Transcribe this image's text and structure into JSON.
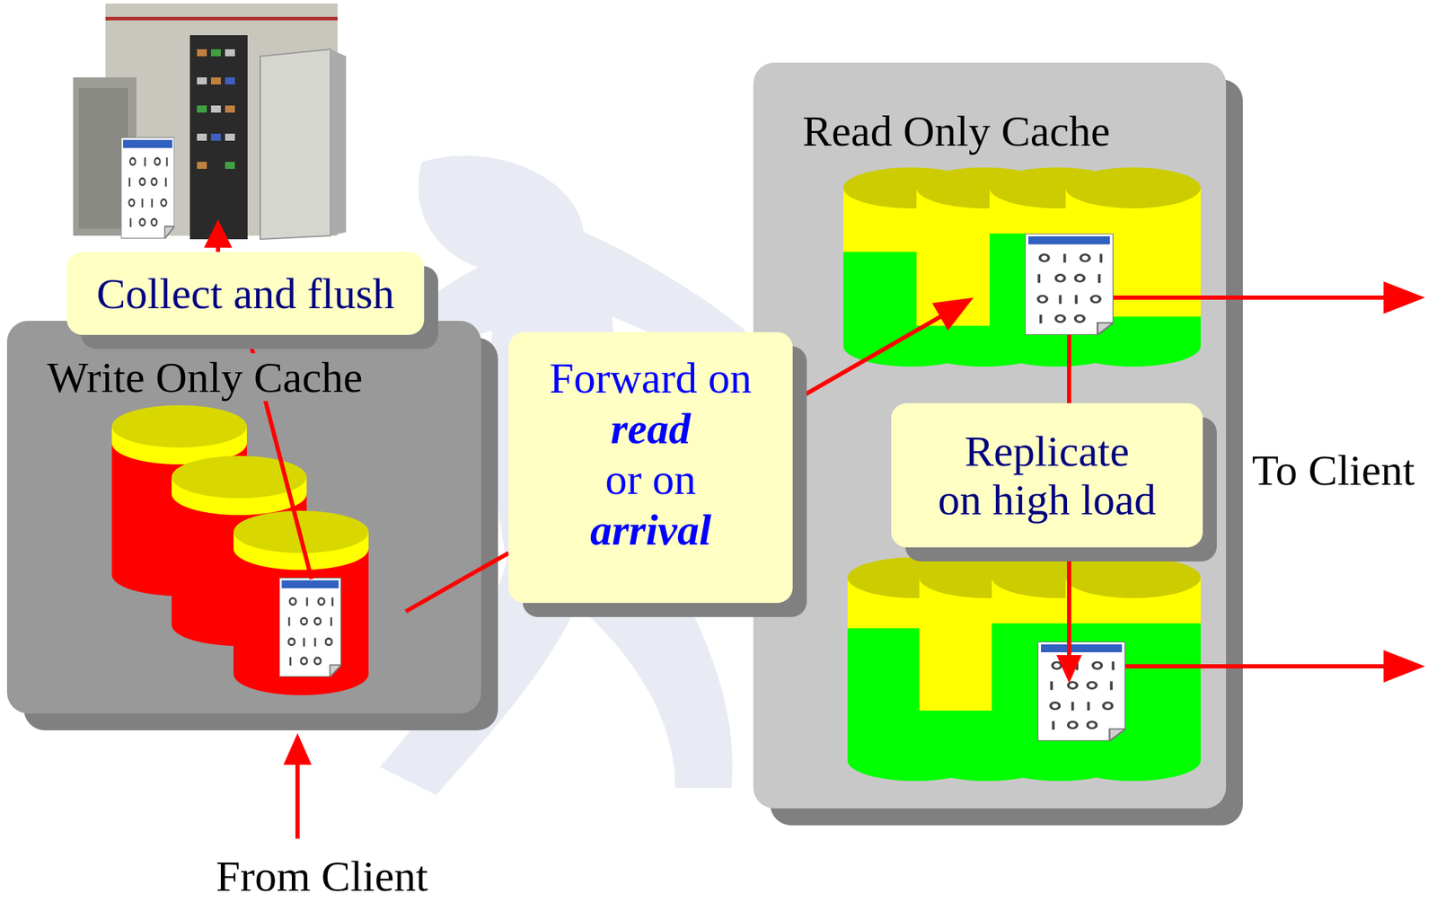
{
  "diagram": {
    "nodes": [
      {
        "text": [
          "Collect and flush"
        ]
      },
      {
        "text": [
          "Write Only Cache"
        ]
      },
      {
        "text": [
          "Forward on",
          "read",
          "or on",
          "arrival"
        ]
      },
      {
        "text": [
          "Read Only Cache"
        ]
      },
      {
        "text": [
          "Replicate on high load"
        ],
        "in": 3
      }
    ],
    "edges": [
      {
        "from": 1,
        "to": 2,
        "arrow": "none"
      },
      {
        "from": 2,
        "to": 3,
        "arrow": "to"
      }
    ],
    "labels": [
      "To Client",
      "From Client"
    ]
  }
}
